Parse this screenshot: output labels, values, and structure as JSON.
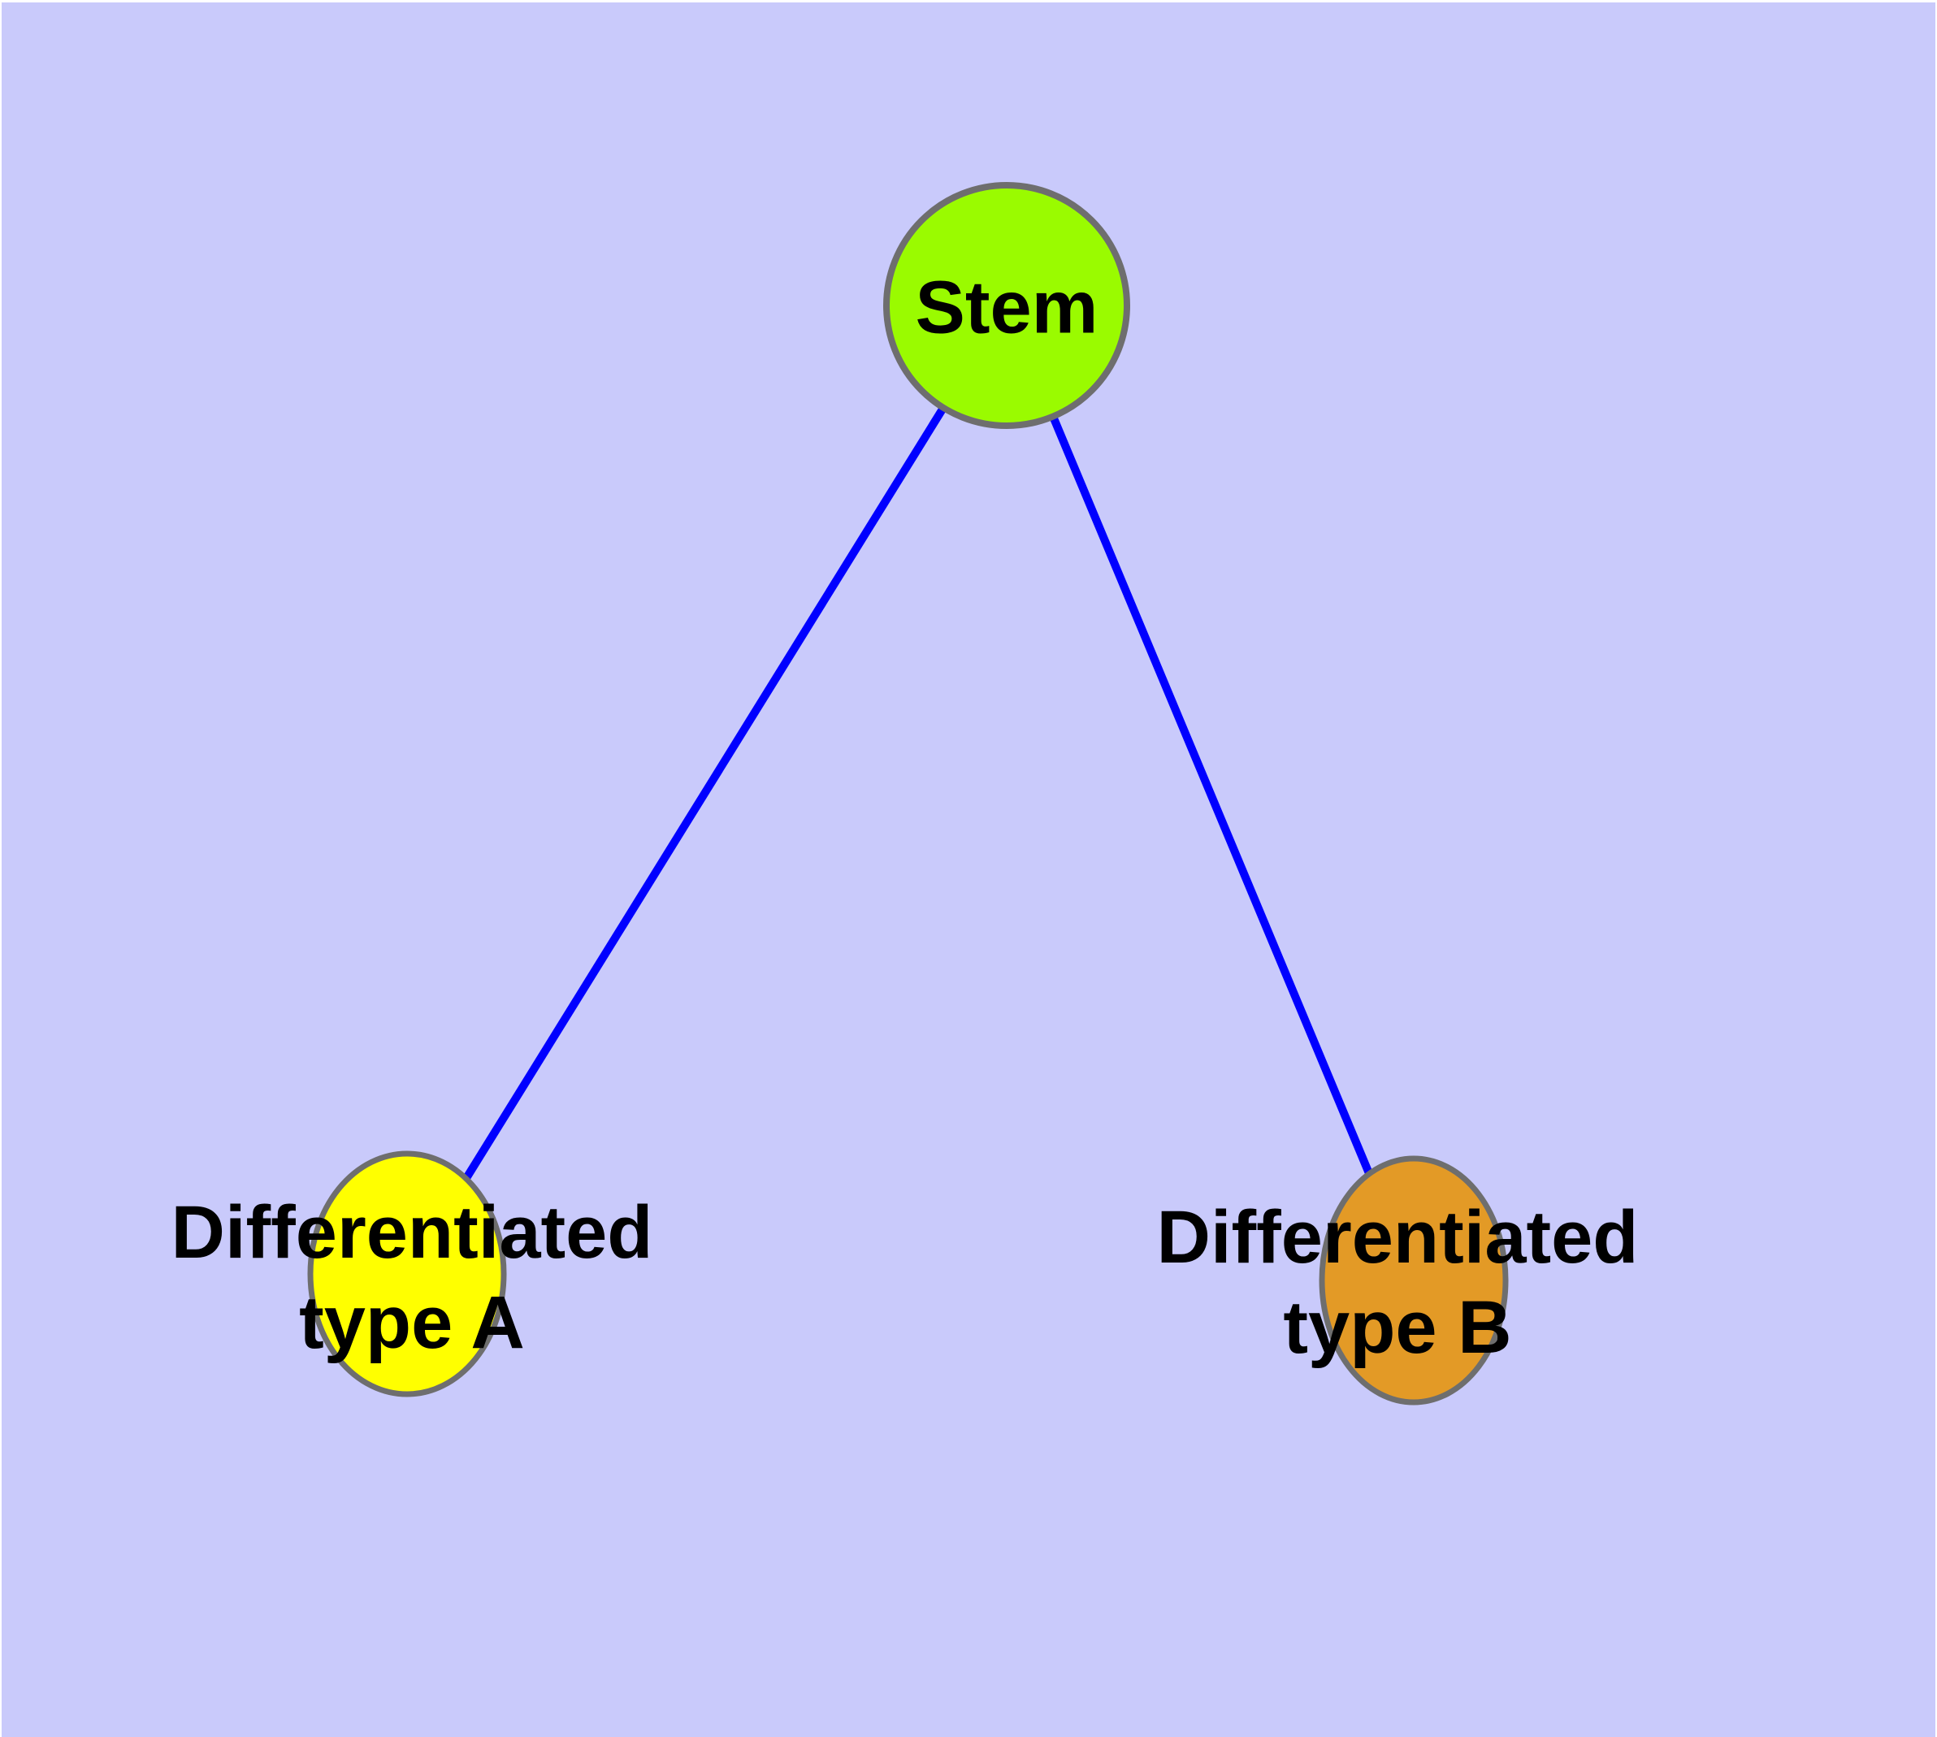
{
  "diagram": {
    "type": "node-link-graph",
    "description": "Stem cell differentiation tree with one root node and two child nodes",
    "colors": {
      "page_margin": "#ffffff",
      "background": "#c9cafb",
      "edge": "#0000ff",
      "node_border": "#6e6e6e",
      "label_text": "#000000"
    },
    "nodes": [
      {
        "id": "stem",
        "label": "Stem",
        "fill": "#9afb00"
      },
      {
        "id": "type-a",
        "label": "Differentiated\ntype A",
        "fill": "#ffff00"
      },
      {
        "id": "type-b",
        "label": "Differentiated\ntype B",
        "fill": "#e39a26"
      }
    ],
    "edges": [
      {
        "from": "stem",
        "to": "type-a"
      },
      {
        "from": "stem",
        "to": "type-b"
      }
    ]
  }
}
